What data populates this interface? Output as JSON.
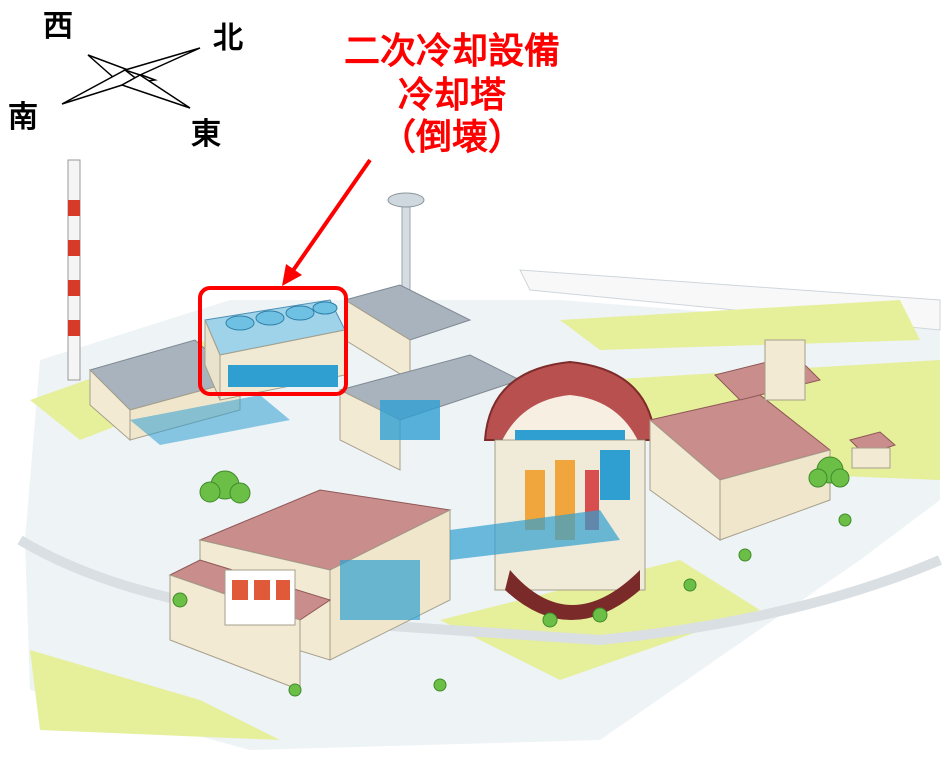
{
  "compass": {
    "west": "西",
    "north": "北",
    "south": "南",
    "east": "東"
  },
  "callout": {
    "line1": "二次冷却設備",
    "line2": "冷却塔",
    "line3": "（倒壊）",
    "color": "#ff0000"
  },
  "colors": {
    "roof_gray": "#a9b3bd",
    "wall_cream": "#f3ead4",
    "roof_red": "#b8504f",
    "blue_equipment": "#2f9fd2",
    "grass": "#e6ef9a",
    "road": "#f4f4f4",
    "pit": "#7a2a28"
  }
}
